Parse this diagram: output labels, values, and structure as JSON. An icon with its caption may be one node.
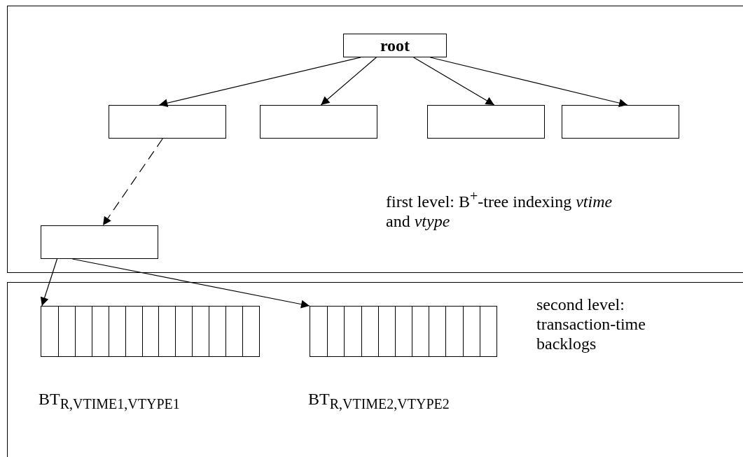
{
  "diagram": {
    "nodes": [
      {
        "text": [
          "first level: B$^{+}$-tree indexing *vtime* and *vtype*"
        ]
      },
      {
        "text": [
          "root"
        ],
        "in": 0
      },
      {
        "text": [],
        "shape": "box",
        "in": 0
      },
      {
        "text": [],
        "shape": "box",
        "in": 0
      },
      {
        "text": [],
        "shape": "box",
        "in": 0
      },
      {
        "text": [],
        "shape": "box",
        "in": 0
      },
      {
        "text": [],
        "shape": "box",
        "in": 0
      },
      {
        "text": [
          "second level: transaction-time backlogs"
        ]
      },
      {
        "text": [],
        "shape": "box",
        "in": 7,
        "beside": [
          "BT$_{R,VTIME1,VTYPE1}$"
        ]
      },
      {
        "text": [],
        "shape": "box",
        "in": 7,
        "beside": [
          "BT$_{R,VTIME2,VTYPE2}$"
        ]
      }
    ],
    "edges": [
      {
        "from": 1,
        "to": 2,
        "arrow": "to"
      },
      {
        "from": 1,
        "to": 3,
        "arrow": "to"
      },
      {
        "from": 1,
        "to": 4,
        "arrow": "to"
      },
      {
        "from": 1,
        "to": 5,
        "arrow": "to"
      },
      {
        "from": 2,
        "to": 6,
        "arrow": "to",
        "style": "dashed"
      },
      {
        "from": 6,
        "to": 8,
        "arrow": "to"
      },
      {
        "from": 6,
        "to": 9,
        "arrow": "to"
      }
    ]
  }
}
